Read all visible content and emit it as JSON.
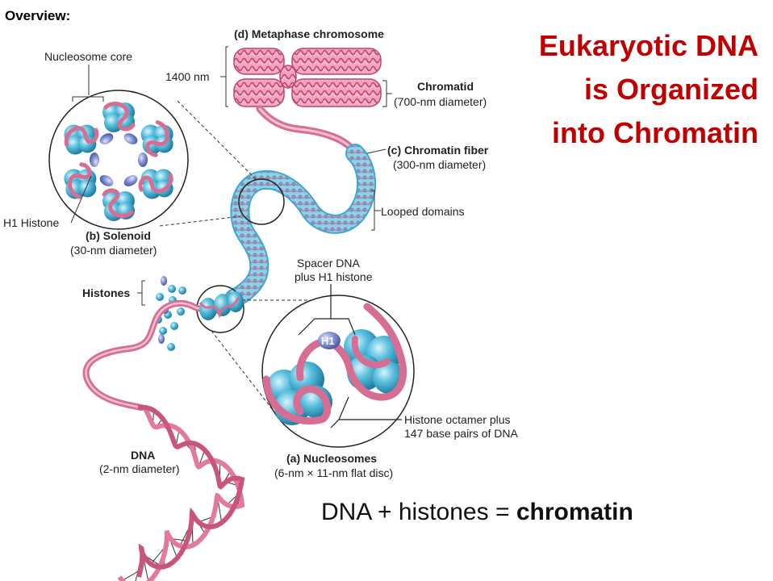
{
  "overview_label": "Overview:",
  "title_lines": [
    "Eukaryotic DNA",
    "is Organized",
    "into Chromatin"
  ],
  "formula": {
    "left": "DNA + histones  = ",
    "right": "chromatin"
  },
  "labels": {
    "metaphase": "(d) Metaphase chromosome",
    "nm1400": "1400 nm",
    "chromatid": "Chromatid",
    "chromatid_diam": "(700-nm diameter)",
    "chromatin_fiber": "(c) Chromatin fiber",
    "fiber_diam": "(300-nm diameter)",
    "looped": "Looped domains",
    "nucleosome_core": "Nucleosome core",
    "h1_histone": "H1 Histone",
    "solenoid": "(b) Solenoid",
    "solenoid_diam": "(30-nm diameter)",
    "spacer1": "Spacer DNA",
    "spacer2": "plus H1 histone",
    "histones": "Histones",
    "h1": "H1",
    "octamer1": "Histone octamer plus",
    "octamer2": "147 base pairs of DNA",
    "dna": "DNA",
    "dna_diam": "(2-nm diameter)",
    "nucleosomes": "(a) Nucleosomes",
    "nucleosomes_size": "(6-nm × 11-nm flat disc)"
  },
  "colors": {
    "title": "#c00000",
    "dna_pink": "#e8709a",
    "histone_blue": "#4fb6d6",
    "h1_purple": "#7f8fd0"
  }
}
